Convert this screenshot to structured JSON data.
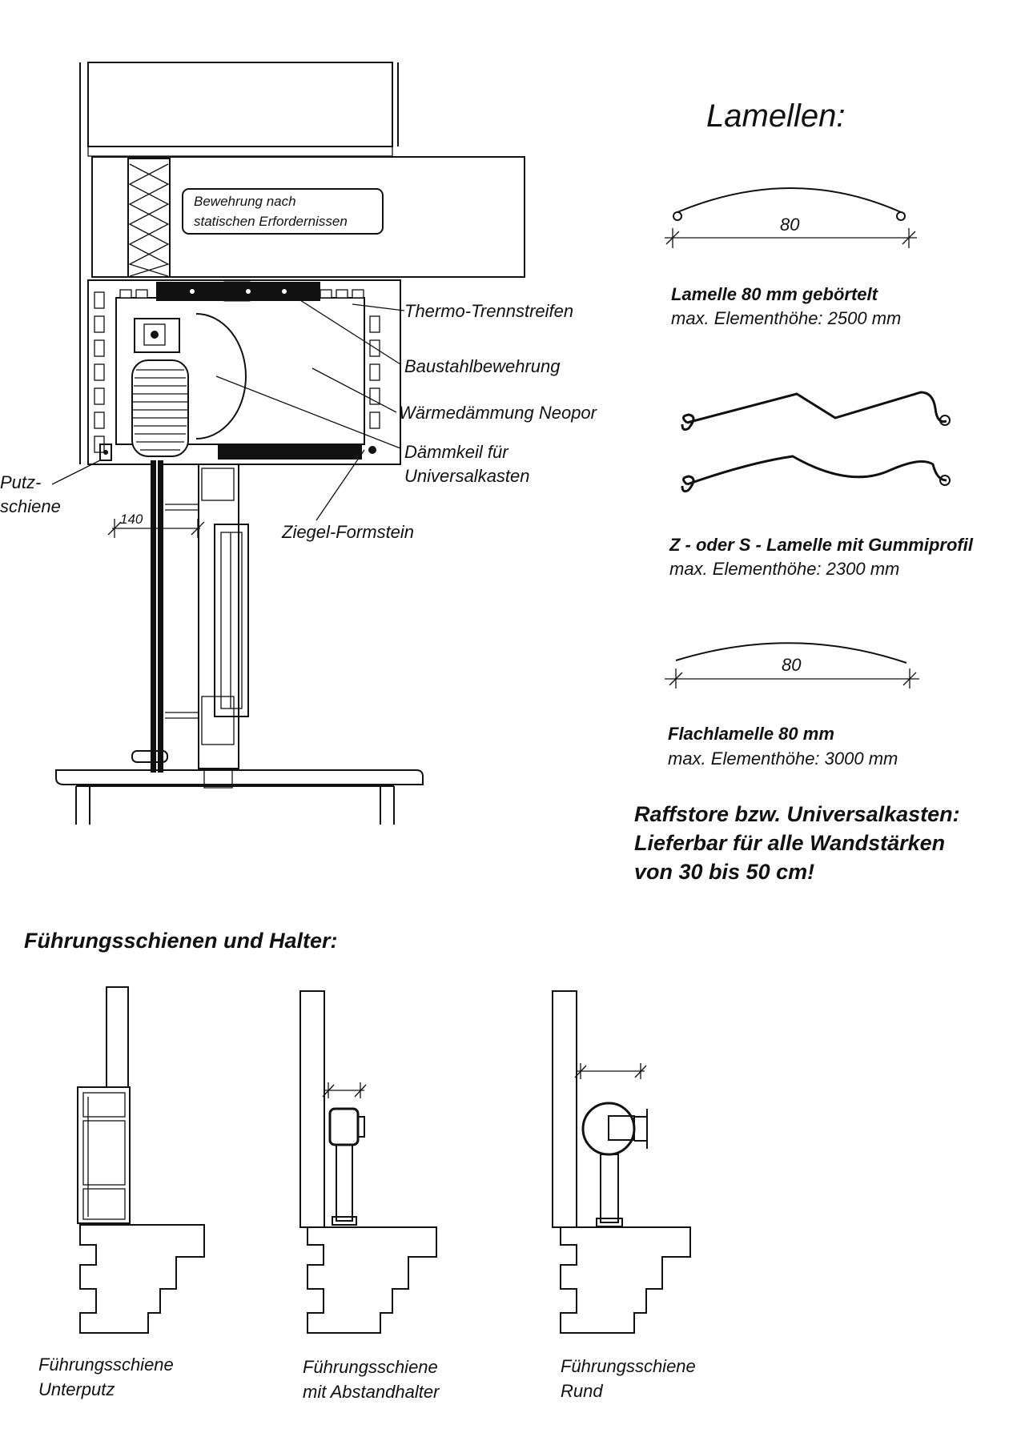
{
  "labels": {
    "bewehrung_line1": "Bewehrung nach",
    "bewehrung_line2": "statischen Erfordernissen",
    "thermo": "Thermo-Trennstreifen",
    "baustahl": "Baustahlbewehrung",
    "waermedaemmung": "Wärmedämmung Neopor",
    "daemmkeil_line1": "Dämmkeil für",
    "daemmkeil_line2": "Universalkasten",
    "ziegel": "Ziegel-Formstein",
    "putz_line1": "Putz-",
    "putz_line2": "schiene",
    "dim_140": "140"
  },
  "lamellen": {
    "heading": "Lamellen:",
    "items": [
      {
        "dim": "80",
        "name": "Lamelle 80 mm gebörtelt",
        "height": "max. Elementhöhe: 2500 mm"
      },
      {
        "dim": "",
        "name": "Z -  oder S - Lamelle mit Gummiprofil",
        "height": "max. Elementhöhe: 2300 mm"
      },
      {
        "dim": "80",
        "name": "Flachlamelle 80 mm",
        "height": "max. Elementhöhe: 3000 mm"
      }
    ]
  },
  "note": {
    "line1": "Raffstore bzw. Universalkasten:",
    "line2": "Lieferbar für alle Wandstärken",
    "line3": "von 30 bis 50 cm!"
  },
  "rails": {
    "heading": "Führungsschienen und Halter:",
    "items": [
      {
        "line1": "Führungsschiene",
        "line2": "Unterputz"
      },
      {
        "line1": "Führungsschiene",
        "line2": "mit Abstandhalter"
      },
      {
        "line1": "Führungsschiene",
        "line2": "Rund"
      }
    ]
  },
  "colors": {
    "ink": "#111111",
    "paper": "#ffffff"
  }
}
